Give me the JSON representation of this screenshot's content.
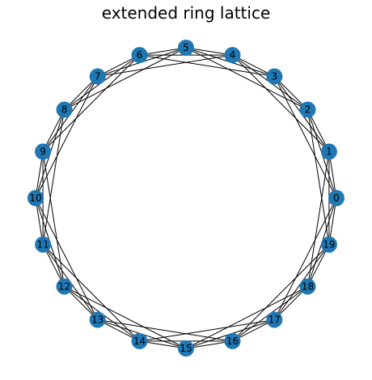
{
  "title": "extended ring lattice",
  "graph": {
    "layout": "circular",
    "node_color": "#1f77b4",
    "edge_color": "#000000",
    "label_color": "#000000",
    "nodes": [
      "0",
      "1",
      "2",
      "3",
      "4",
      "5",
      "6",
      "7",
      "8",
      "9",
      "10",
      "11",
      "12",
      "13",
      "14",
      "15",
      "16",
      "17",
      "18",
      "19"
    ],
    "neighbors_each_side": 3
  }
}
